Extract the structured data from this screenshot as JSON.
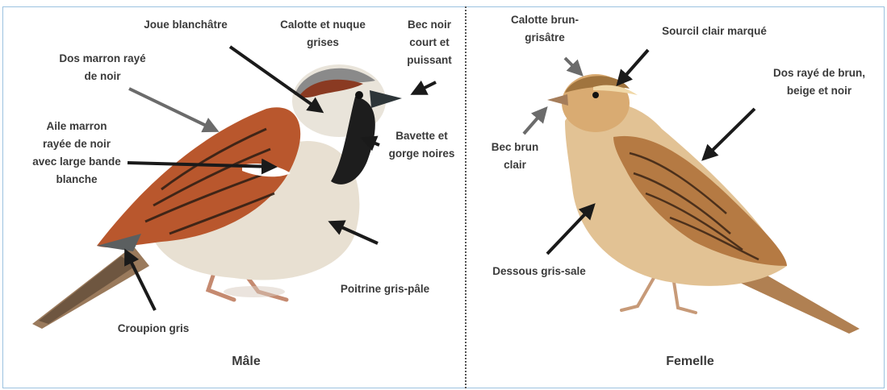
{
  "male": {
    "caption": "Mâle",
    "labels": {
      "joue": "Joue blanchâtre",
      "calotte_l1": "Calotte et nuque",
      "calotte_l2": "grises",
      "bec_l1": "Bec noir",
      "bec_l2": "court et",
      "bec_l3": "puissant",
      "dos_l1": "Dos marron rayé",
      "dos_l2": "de noir",
      "aile_l1": "Aile marron",
      "aile_l2": "rayée de noir",
      "aile_l3": "avec large bande",
      "aile_l4": "blanche",
      "bavette_l1": "Bavette et",
      "bavette_l2": "gorge noires",
      "poitrine": "Poitrine gris-pâle",
      "croupion": "Croupion gris"
    }
  },
  "female": {
    "caption": "Femelle",
    "labels": {
      "calotte_l1": "Calotte brun-",
      "calotte_l2": "grisâtre",
      "sourcil": "Sourcil clair marqué",
      "dos_l1": "Dos rayé de brun,",
      "dos_l2": "beige et noir",
      "bec_l1": "Bec brun",
      "bec_l2": "clair",
      "dessous": "Dessous gris-sale"
    }
  },
  "colors": {
    "frame_border": "#9cc2e0",
    "label_text": "#3a3a3a",
    "arrow_dark": "#1a1a1a",
    "arrow_grey": "#6b6b6b",
    "male_back": "#b9572d",
    "male_belly": "#e8e0d2",
    "male_crown": "#8a8a8a",
    "female_body": "#d9ab72",
    "female_belly": "#e2c294"
  }
}
